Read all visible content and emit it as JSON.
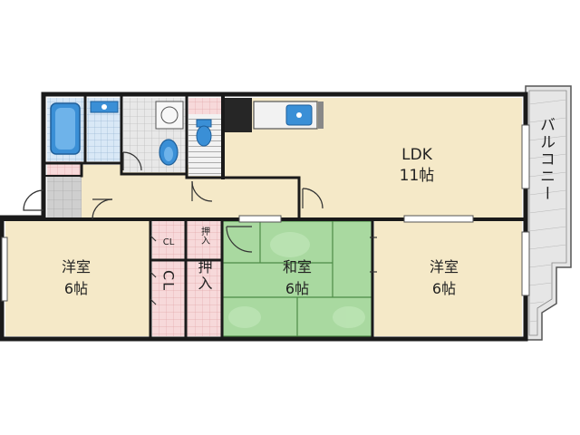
{
  "floorplan": {
    "colors": {
      "wall": "#1a1a1a",
      "floor_beige": "#f5e9c8",
      "tatami": "#a9d9a0",
      "tatami_line": "#4d8c46",
      "wet_blue": "#cfe3f5",
      "storage_pink": "#f7d9da",
      "entrance_grey": "#cccccc",
      "balcony": "#e6e6e6",
      "fixture_blue": "#3a8fd6"
    },
    "rooms": {
      "ldk": {
        "name": "LDK",
        "size": "11帖"
      },
      "western_left": {
        "name": "洋室",
        "size": "6帖"
      },
      "japanese": {
        "name": "和室",
        "size": "6帖"
      },
      "western_right": {
        "name": "洋室",
        "size": "6帖"
      },
      "balcony": {
        "name": "バルコニー"
      }
    },
    "storage": {
      "cl_small": "CL",
      "oshiire_small": "押入",
      "cl_large": "CL",
      "oshiire_large": "押入"
    },
    "icons": [
      "bathtub-icon",
      "washbasin-icon",
      "toilet-icon",
      "washer-icon",
      "kitchen-sink-icon",
      "refrigerator-icon"
    ]
  }
}
